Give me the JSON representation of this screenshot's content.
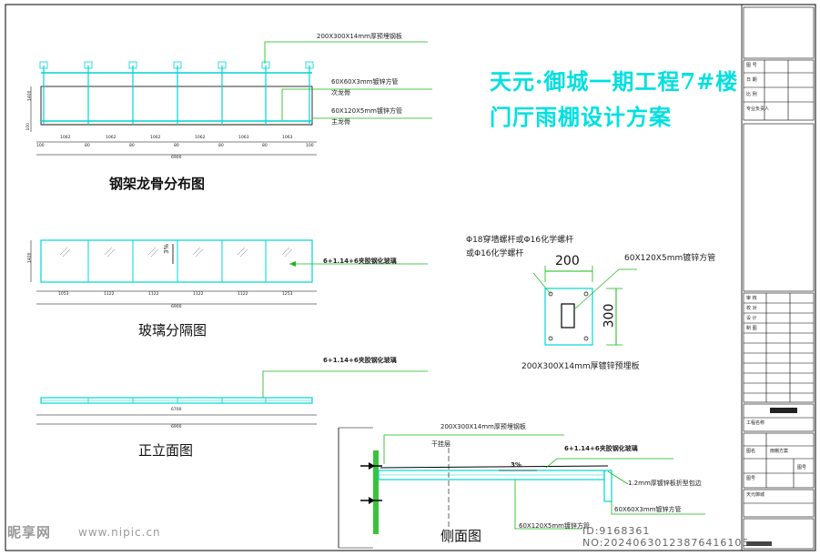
{
  "project_title": {
    "line1": "天元·御城一期工程7#楼",
    "line2": "门厅雨棚设计方案"
  },
  "views": {
    "frame_plan": {
      "title": "钢架龙骨分布图",
      "callouts": {
        "embed_plate": "200X300X14mm厚预埋钢板",
        "secondary_tube": "60X60X3mm镀锌方管",
        "secondary_name": "次龙骨",
        "main_tube": "60X120X5mm镀锌方管",
        "main_name": "主龙骨"
      },
      "dims_top": [
        "1062",
        "80",
        "1062",
        "80",
        "1062",
        "80",
        "1062",
        "80",
        "1063",
        "80",
        "1063"
      ],
      "dims_ends": [
        "100",
        "100"
      ],
      "total": "6900",
      "side_dims": [
        "1400",
        "100"
      ]
    },
    "glass_plan": {
      "title": "玻璃分隔图",
      "glass_label": "6+1.14+6夹胶钢化玻璃",
      "slope": "3%",
      "dims": [
        "1053",
        "1122",
        "1122",
        "1122",
        "1122",
        "1253"
      ],
      "total": "6900",
      "side_dim": "1400"
    },
    "elevation": {
      "title": "正立面图",
      "glass_label": "6+1.14+6夹胶钢化玻璃",
      "dim_inner": "6700",
      "total": "6900"
    },
    "plate_detail": {
      "bolt_note1": "Φ18穿墙螺杆或Φ16化学螺杆",
      "bolt_note2": "或Φ16化学螺杆",
      "tube_label": "60X120X5mm镀锌方管",
      "width": "200",
      "height": "300",
      "caption": "200X300X14mm厚镀锌预埋板"
    },
    "section": {
      "title": "侧面图",
      "embed_plate": "200X300X14mm厚预埋钢板",
      "wall_label": "干挂层",
      "glass_label": "6+1.14+6夹胶钢化玻璃",
      "slope": "3%",
      "flashing": "1.2mm厚镀锌板折型包边",
      "secondary_tube": "60X60X3mm镀锌方管",
      "main_tube": "60X120X5mm镀锌方管"
    }
  },
  "title_block": {
    "rows": [
      "图 号",
      "日 期",
      "比 例",
      "专业负责人",
      "审 核",
      "校 对",
      "设 计",
      "制 图",
      "工程名称",
      "图名",
      "图号"
    ],
    "project_short": "天元御城",
    "drawing_name": "雨棚方案",
    "sheet": "图号"
  },
  "watermark": {
    "brand": "昵享网",
    "site": "www.nipic.cn",
    "id": "ID:9168361 NO:20240630123876416105"
  },
  "colors": {
    "cyan": "#00d4d4",
    "green": "#18b818",
    "line": "#000000",
    "title": "#00e0e0"
  }
}
